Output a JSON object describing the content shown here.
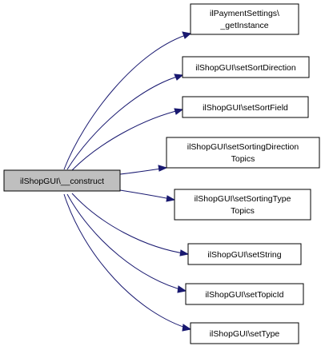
{
  "diagram": {
    "source": {
      "label": "ilShopGUI\\__construct",
      "fill": "#bfbfbf"
    },
    "targets": [
      {
        "lines": [
          "ilPaymentSettings\\",
          "_getInstance"
        ]
      },
      {
        "lines": [
          "ilShopGUI\\setSortDirection"
        ]
      },
      {
        "lines": [
          "ilShopGUI\\setSortField"
        ]
      },
      {
        "lines": [
          "ilShopGUI\\setSortingDirection",
          "Topics"
        ]
      },
      {
        "lines": [
          "ilShopGUI\\setSortingType",
          "Topics"
        ]
      },
      {
        "lines": [
          "ilShopGUI\\setString"
        ]
      },
      {
        "lines": [
          "ilShopGUI\\setTopicId"
        ]
      },
      {
        "lines": [
          "ilShopGUI\\setType"
        ]
      }
    ],
    "node_fill": "#ffffff",
    "edge_color": "#191970"
  }
}
